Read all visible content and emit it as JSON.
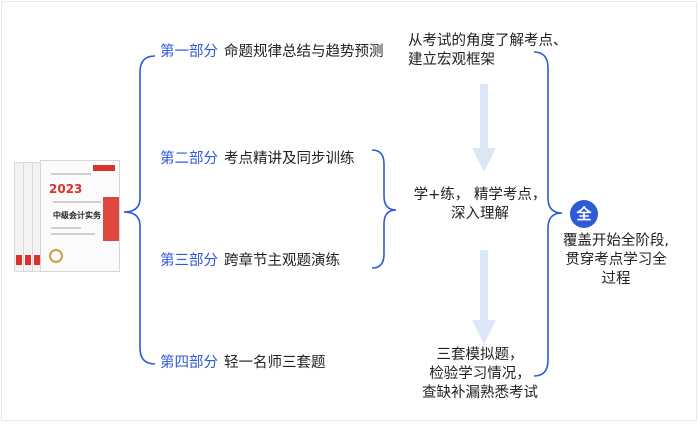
{
  "parts": [
    {
      "num": "第一部分",
      "title": "命题规律总结与趋势预测"
    },
    {
      "num": "第二部分",
      "title": "考点精讲及同步训练"
    },
    {
      "num": "第三部分",
      "title": "跨章节主观题演练"
    },
    {
      "num": "第四部分",
      "title": "轻一名师三套题"
    }
  ],
  "notes": {
    "note1": [
      "从考试的角度了解考点、",
      "建立宏观框架"
    ],
    "note2": [
      "学+练， 精学考点，",
      "深入理解"
    ],
    "note3": [
      "三套模拟题，",
      "检验学习情况，",
      "查缺补漏熟悉考试"
    ]
  },
  "summary": {
    "badge": "全",
    "lines": [
      "覆盖开始全阶段,",
      "贯穿考点学习全",
      "过程"
    ]
  },
  "book": {
    "year": "2023",
    "title": "中级会计实务"
  },
  "colors": {
    "accent": "#2d5bd6",
    "arrow": "#dbe7f6",
    "book_red": "#d8322b"
  }
}
